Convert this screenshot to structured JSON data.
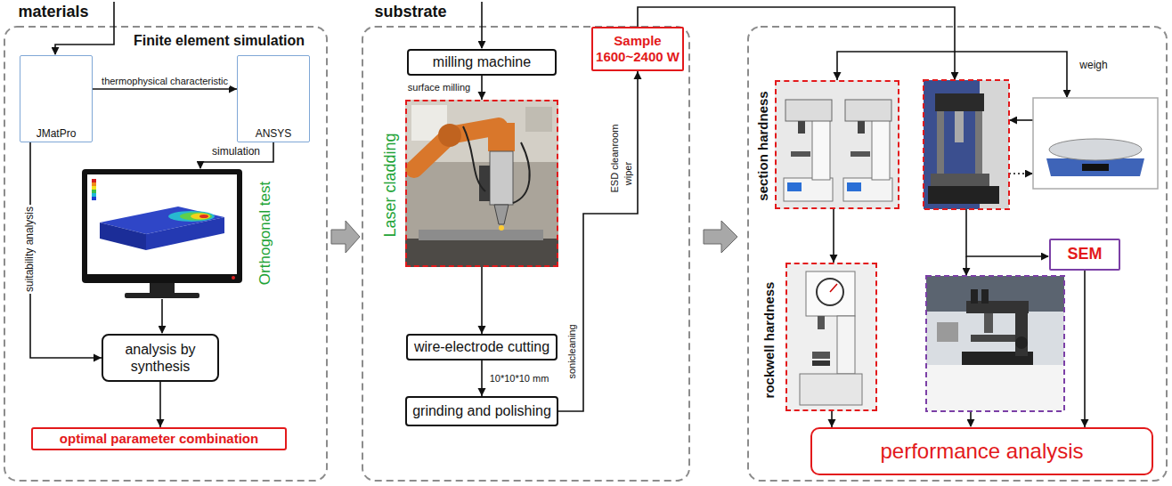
{
  "diagram": {
    "nodes": [
      {
        "text": [
          "JMatPro"
        ]
      },
      {
        "text": [
          "ANSYS"
        ]
      },
      {
        "text": [
          "analysis by synthesis"
        ]
      },
      {
        "text": [
          "optimal parameter combination"
        ]
      },
      {
        "text": [
          "milling machine"
        ]
      },
      {
        "text": [
          "Laser cladding"
        ]
      },
      {
        "text": [
          "wire-electrode cutting"
        ]
      },
      {
        "text": [
          "grinding and polishing"
        ]
      },
      {
        "text": [
          "Sample 1600~2400 W"
        ]
      },
      {
        "text": [
          "section hardness"
        ]
      },
      {
        "text": [
          "rockwell hardness"
        ]
      },
      {
        "text": [
          "SEM"
        ]
      },
      {
        "text": [
          "performance analysis"
        ]
      }
    ],
    "edges": [
      {
        "from": 0,
        "to": 1,
        "arrow": "to",
        "label": "thermophysical characteristic"
      },
      {
        "from": 0,
        "to": 2,
        "arrow": "to",
        "label": "suitability analysis"
      },
      {
        "from": 2,
        "to": 3,
        "arrow": "to"
      },
      {
        "from": 4,
        "to": 5,
        "arrow": "to",
        "label": "surface milling"
      },
      {
        "from": 5,
        "to": 6,
        "arrow": "to"
      },
      {
        "from": 6,
        "to": 7,
        "arrow": "to",
        "label": "10*10*10 mm"
      },
      {
        "from": 7,
        "to": 8,
        "arrow": "to",
        "label": "sonicleaning"
      },
      {
        "from": 8,
        "to": 9,
        "arrow": "to"
      },
      {
        "from": 9,
        "to": 10,
        "arrow": "to"
      },
      {
        "from": 10,
        "to": 12,
        "arrow": "to"
      },
      {
        "from": 11,
        "to": 12,
        "arrow": "to"
      }
    ],
    "labels": [
      "materials",
      "Finite element simulation",
      "simulation",
      "Orthogonal test",
      "substrate",
      "ESD cleanroom",
      "wiper",
      "weigh"
    ]
  }
}
